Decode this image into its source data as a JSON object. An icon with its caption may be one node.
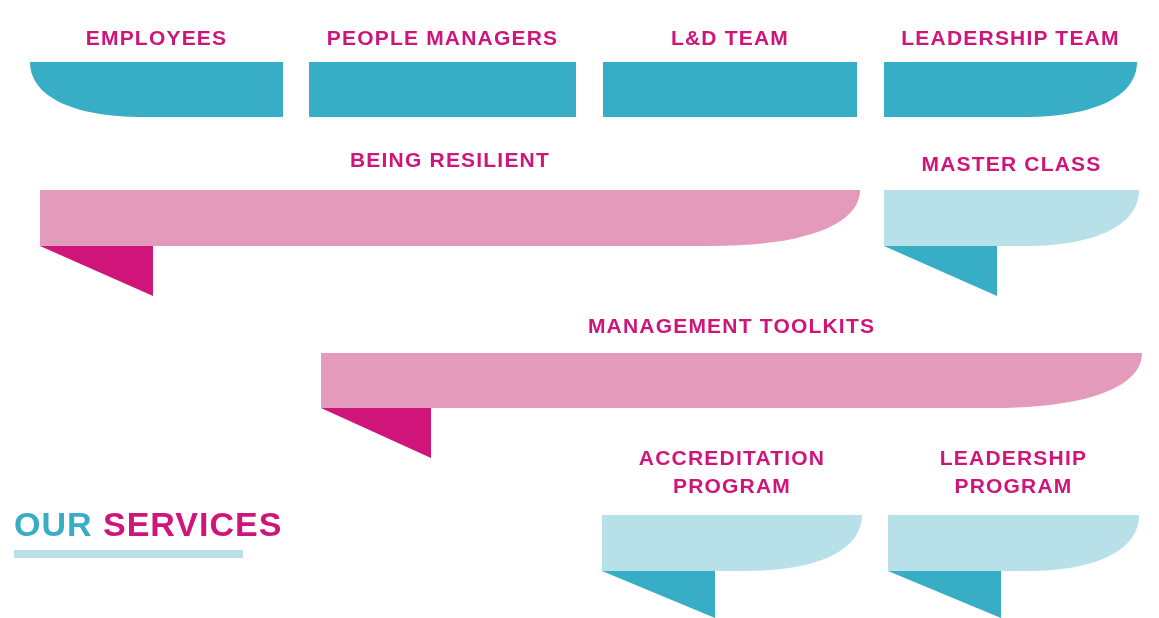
{
  "diagram": {
    "title": "OUR SERVICES",
    "nodes": [
      {
        "text": [
          "EMPLOYEES"
        ]
      },
      {
        "text": [
          "PEOPLE MANAGERS"
        ]
      },
      {
        "text": [
          "L&D TEAM"
        ]
      },
      {
        "text": [
          "LEADERSHIP TEAM"
        ]
      },
      {
        "text": [
          "BEING RESILIENT"
        ]
      },
      {
        "text": [
          "MASTER CLASS"
        ]
      },
      {
        "text": [
          "MANAGEMENT TOOLKITS"
        ]
      },
      {
        "text": [
          "ACCREDITATION PROGRAM"
        ]
      },
      {
        "text": [
          "LEADERSHIP PROGRAM"
        ]
      }
    ]
  }
}
